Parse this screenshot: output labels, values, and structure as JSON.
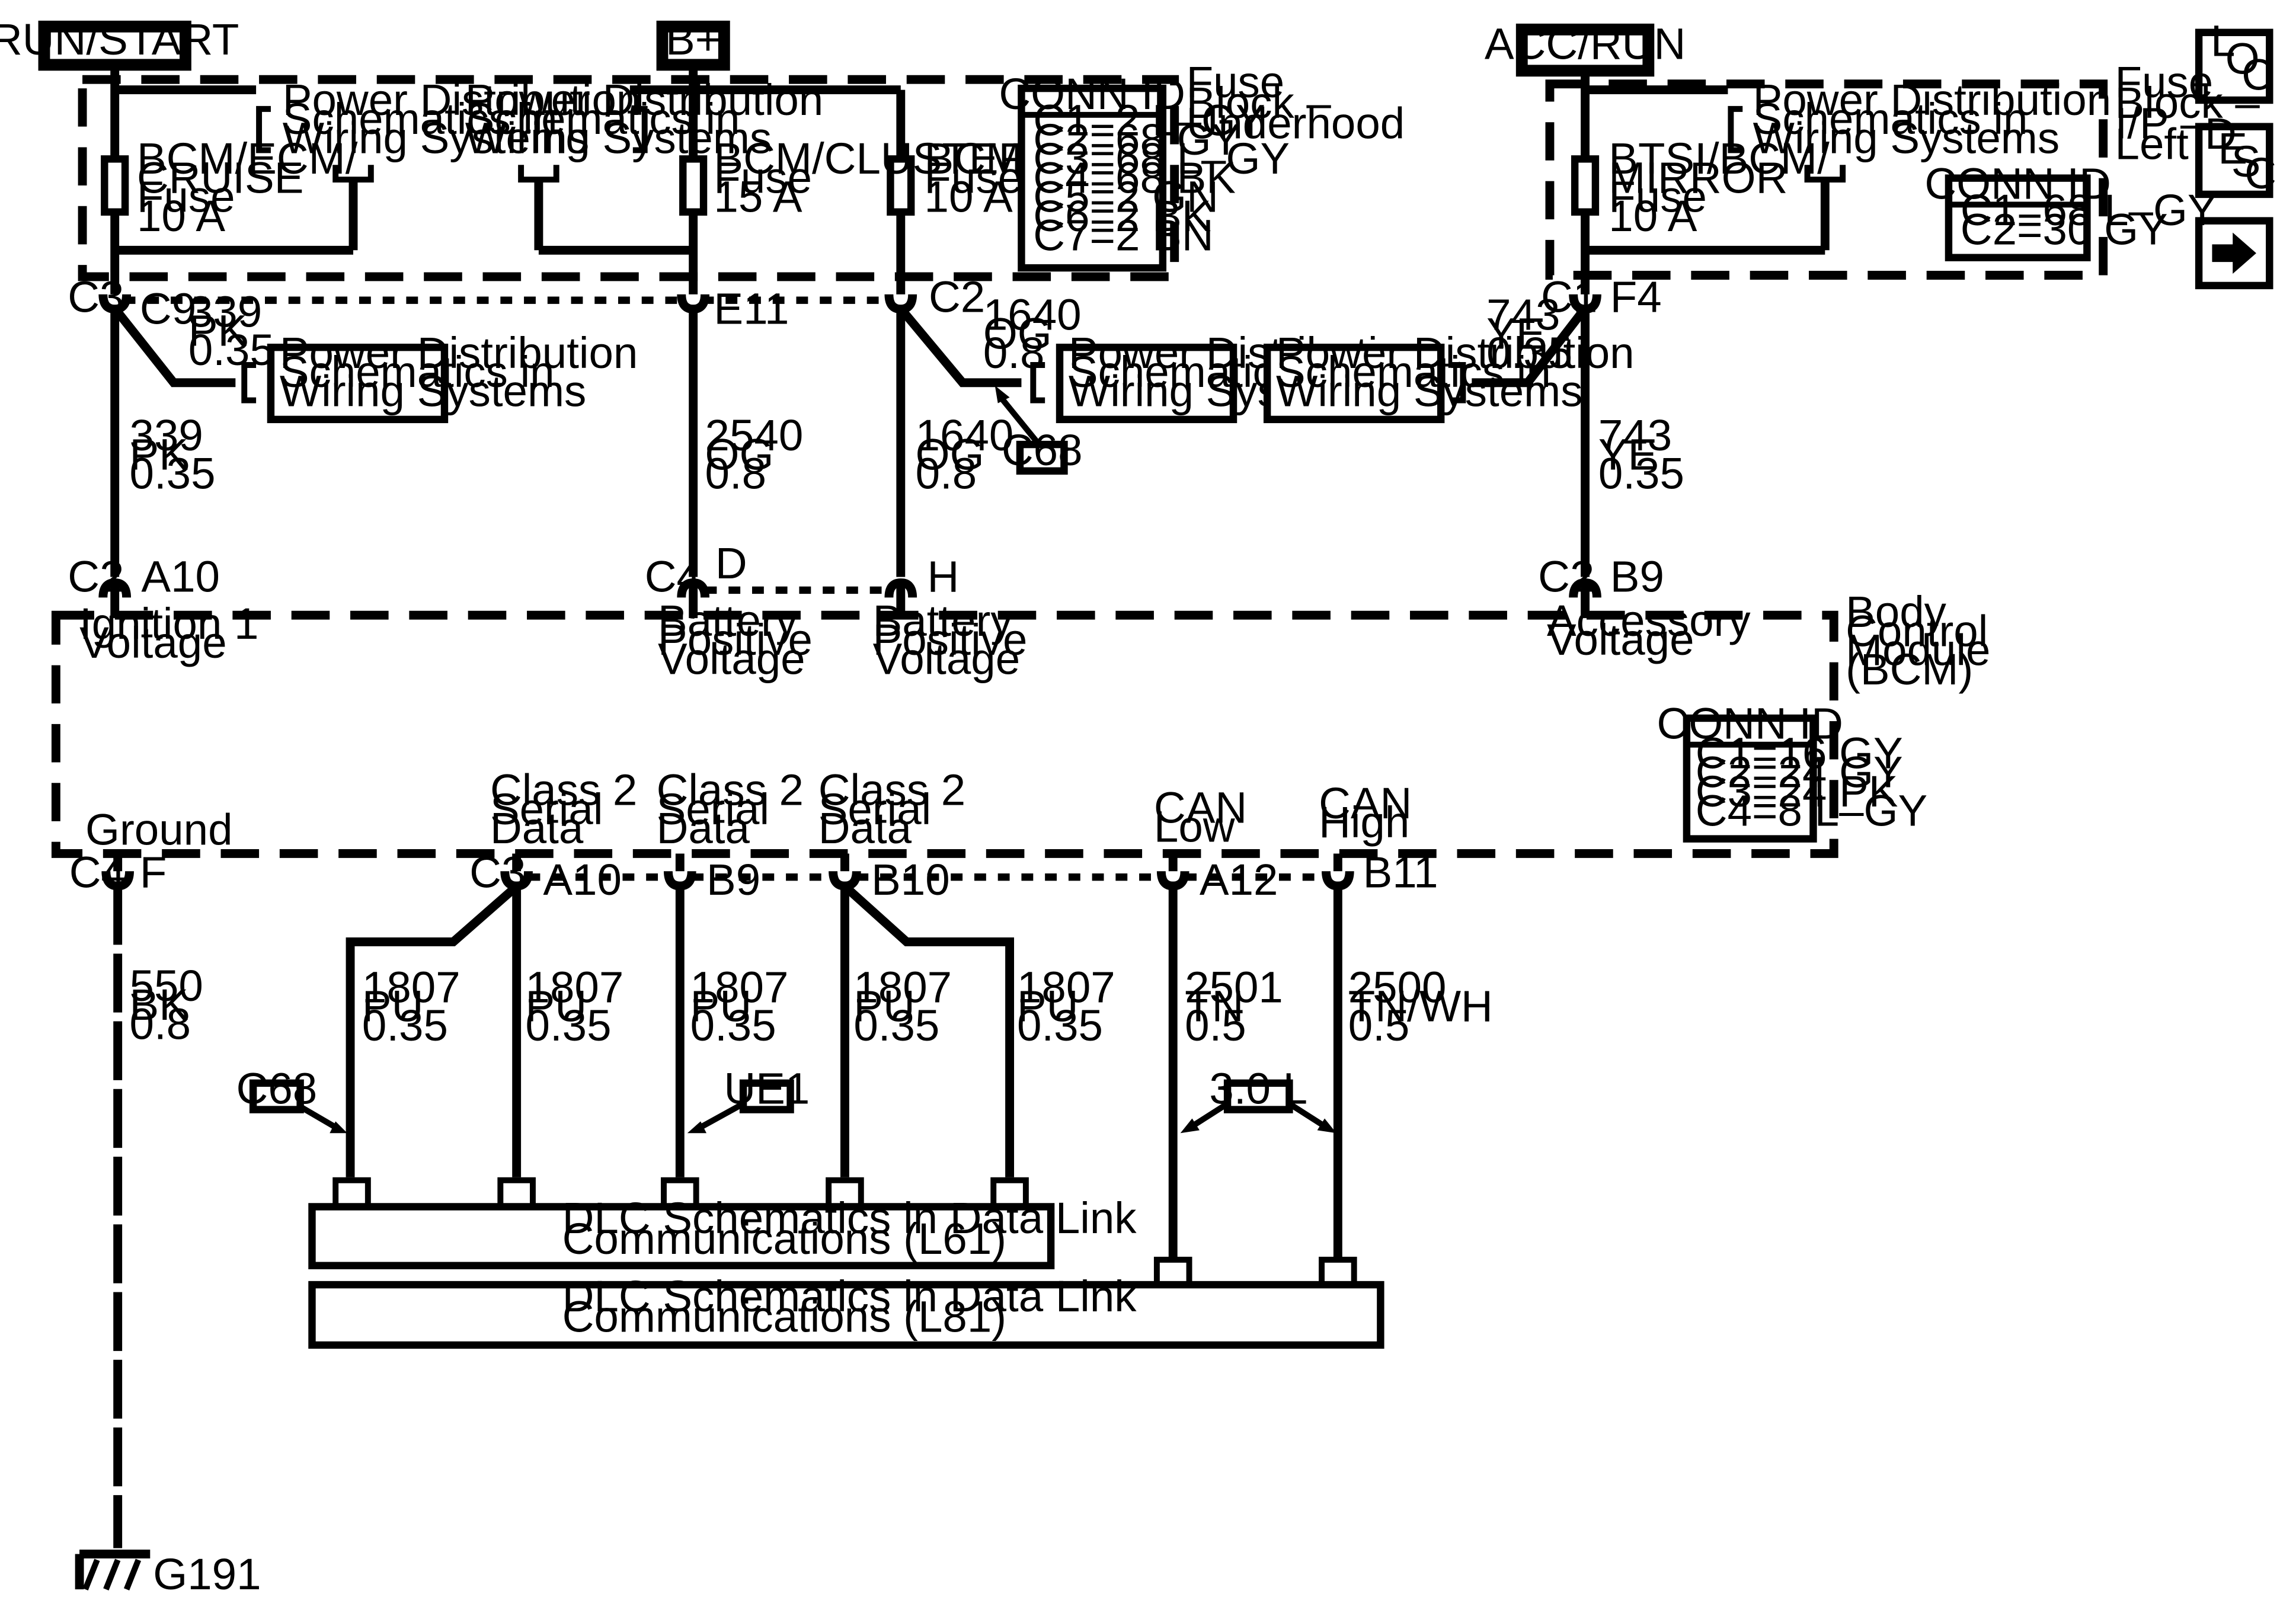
{
  "power_sources": {
    "run_start": "RUN/START",
    "b_plus": "B+",
    "acc_run": "ACC/RUN"
  },
  "side_buttons": {
    "loc_letters": [
      "L",
      "O",
      "C"
    ],
    "desc_letters": [
      "D",
      "E",
      "S",
      "C"
    ],
    "next_icon": "right-arrow-icon"
  },
  "underhood_fuse_block": {
    "label": [
      "Fuse",
      "Block –",
      "Underhood"
    ],
    "fuses": [
      {
        "name_lines": [
          "BCM/ECM/",
          "CRUISE",
          "Fuse",
          "10 A"
        ]
      },
      {
        "name_lines": [
          "BCM/CLUSTER",
          "Fuse",
          "15 A"
        ]
      },
      {
        "name_lines": [
          "BCM 2",
          "Fuse",
          "10 A"
        ]
      }
    ],
    "pd_refs": [
      [
        "Power Distribution",
        "Schematics in",
        "Wiring Systems"
      ],
      [
        "Power Distribution",
        "Schematics in",
        "Wiring Systems"
      ]
    ],
    "conn_id": {
      "title": "CONN ID",
      "rows": [
        "C1=2 L–GY",
        "C2=68 GY",
        "C3=68 L–GY",
        "C4=68 BK",
        "C5=2 GN",
        "C6=2 BK",
        "C7=2 BN"
      ]
    }
  },
  "ip_fuse_block": {
    "label": [
      "Fuse",
      "Block –",
      "I/P –",
      "Left"
    ],
    "fuse": {
      "name_lines": [
        "BTSI/BCM/",
        "MIRROR",
        "Fuse",
        "10 A"
      ]
    },
    "pd_ref": [
      "Power Distribution",
      "Schematics in",
      "Wiring Systems"
    ],
    "conn_id": {
      "title": "CONN ID",
      "rows": [
        "C1=68 L–GY",
        "C2=30 GY"
      ]
    }
  },
  "fuse_outputs": {
    "c3": "C3",
    "c9": "C9",
    "e11": "E11",
    "c2": "C2",
    "c1": "C1",
    "f4": "F4"
  },
  "wires_upper": {
    "w339_branch": [
      "339",
      "PK",
      "0.35"
    ],
    "w1640_branch": [
      "1640",
      "OG",
      "0.8"
    ],
    "w743_branch": [
      "743",
      "YE",
      "0.35"
    ],
    "w339": [
      "339",
      "PK",
      "0.35"
    ],
    "w2540": [
      "2540",
      "OG",
      "0.8"
    ],
    "w1640": [
      "1640",
      "OG",
      "0.8"
    ],
    "w743": [
      "743",
      "YE",
      "0.35"
    ]
  },
  "pd_boxes_mid": [
    [
      "Power Distribution",
      "Schematics in",
      "Wiring Systems"
    ],
    [
      "Power Distribution",
      "Schematics in",
      "Wiring Systems"
    ],
    [
      "Power Distribution",
      "Schematics in",
      "Wiring Systems"
    ]
  ],
  "option_tags": {
    "c68": "C68",
    "ue1": "UE1",
    "l30": "3.0 L"
  },
  "bcm": {
    "label": [
      "Body",
      "Control",
      "Module",
      "(BCM)"
    ],
    "top_pins": [
      {
        "conn": "C2",
        "pin": "A10",
        "lines": [
          "Ignition 1",
          "Voltage"
        ]
      },
      {
        "conn": "C4",
        "pin": "D",
        "lines": [
          "Battery",
          "Positive",
          "Voltage"
        ]
      },
      {
        "conn": "",
        "pin": "H",
        "lines": [
          "Battery",
          "Positive",
          "Voltage"
        ]
      },
      {
        "conn": "C2",
        "pin": "B9",
        "lines": [
          "Accessory",
          "Voltage"
        ]
      }
    ],
    "bottom_labels": [
      [
        "Ground"
      ],
      [
        "Class 2",
        "Serial",
        "Data"
      ],
      [
        "Class 2",
        "Serial",
        "Data"
      ],
      [
        "Class 2",
        "Serial",
        "Data"
      ],
      [
        "CAN",
        "Low"
      ],
      [
        "CAN",
        "High"
      ]
    ],
    "bottom_pins": {
      "c4": "C4",
      "f": "F",
      "c3": "C3",
      "a10": "A10",
      "b9": "B9",
      "b10": "B10",
      "a12": "A12",
      "b11": "B11"
    },
    "conn_id": {
      "title": "CONN ID",
      "rows": [
        "C1=16 GY",
        "C2=24 GY",
        "C3=24 PK",
        "C4=8 L–GY"
      ]
    }
  },
  "wires_lower": [
    [
      "550",
      "BK",
      "0.8"
    ],
    [
      "1807",
      "PU",
      "0.35"
    ],
    [
      "1807",
      "PU",
      "0.35"
    ],
    [
      "1807",
      "PU",
      "0.35"
    ],
    [
      "1807",
      "PU",
      "0.35"
    ],
    [
      "1807",
      "PU",
      "0.35"
    ],
    [
      "2501",
      "TN",
      "0.5"
    ],
    [
      "2500",
      "TN/WH",
      "0.5"
    ]
  ],
  "dlc_boxes": [
    [
      "DLC Schematics in Data Link",
      "Communications (L61)"
    ],
    [
      "DLC Schematics in Data Link",
      "Communications (L81)"
    ]
  ],
  "ground": "G191"
}
